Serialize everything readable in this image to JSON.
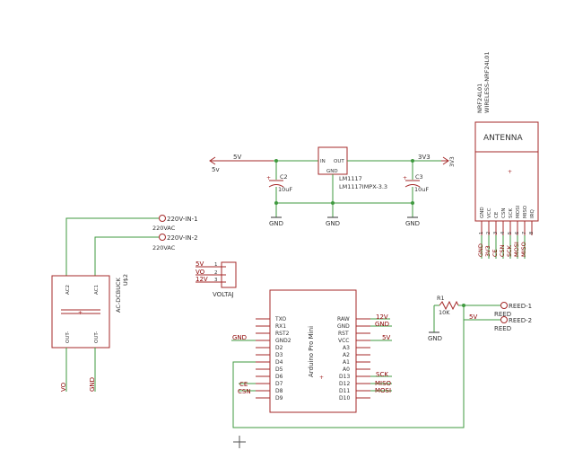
{
  "colors": {
    "wire": "#3f9a3f",
    "part": "#a52a2a",
    "pin": "#a52a2a",
    "text": "#333333",
    "label": "#8b0000"
  },
  "power_bus": {
    "net_5v": "5V",
    "sym_5v": "5v",
    "net_3v3": "3V3",
    "sym_3v3": "3V3"
  },
  "regulator": {
    "pin_in": "IN",
    "pin_out": "OUT",
    "pin_gnd": "GND",
    "name": "LM1117",
    "value": "LM1117IMPX-3.3"
  },
  "cap_c2": {
    "name": "C2",
    "value": "10uF"
  },
  "cap_c3": {
    "name": "C3",
    "value": "10uF"
  },
  "gnd_labels": [
    "GND",
    "GND",
    "GND",
    "GND"
  ],
  "nrf": {
    "title": "NRF24L01",
    "subtitle": "WIRELESS-NRF24L01",
    "antenna": "ANTENNA",
    "pins": [
      "GND",
      "VCC",
      "CE",
      "CSN",
      "SCK",
      "MOSI",
      "MISO",
      "IRQ"
    ],
    "pin_numbers": [
      "1",
      "2",
      "3",
      "4",
      "5",
      "6",
      "7",
      "8"
    ],
    "nets": [
      "GND",
      "3V3",
      "CE",
      "CSN",
      "SCK",
      "MOSI",
      "MISO"
    ]
  },
  "mains": [
    {
      "connector": "220V-IN-1",
      "value": "220VAC"
    },
    {
      "connector": "220V-IN-2",
      "value": "220VAC"
    }
  ],
  "psu": {
    "name": "U$2",
    "value": "AC-DCBUCK",
    "pin_ac2": "AC2",
    "pin_ac1": "AC1",
    "pin_out_minus": "OUT-",
    "pin_out_plus": "OUT-",
    "out_net_left": "VO",
    "out_net_right": "GND"
  },
  "volt_jack": {
    "name": "VOLTAJ",
    "pins": [
      "1",
      "2",
      "3"
    ],
    "nets": [
      "5V",
      "VO",
      "12V"
    ]
  },
  "arduino": {
    "name": "Arduino Pro Mini",
    "left_pins": [
      "TXO",
      "RX1",
      "RST2",
      "GND2",
      "D2",
      "D3",
      "D4",
      "D5",
      "D6",
      "D7",
      "D8",
      "D9"
    ],
    "right_pins": [
      "RAW",
      "GND",
      "RST",
      "VCC",
      "A3",
      "A2",
      "A1",
      "A0",
      "D13",
      "D12",
      "D11",
      "D10"
    ],
    "net_gnd": "GND",
    "net_ce": "CE",
    "net_csn": "CSN",
    "net_12v": "12V",
    "net_gnd_right": "GND",
    "net_5v": "5V",
    "net_sck": "SCK",
    "net_miso": "MISO",
    "net_mosi": "MOSI"
  },
  "reed": {
    "resistor": "R1",
    "resistor_value": "10K",
    "gnd": "GND",
    "net_5v": "5V",
    "connectors": [
      {
        "name": "REED-1",
        "value": "REED"
      },
      {
        "name": "REED-2",
        "value": "REED"
      }
    ]
  }
}
